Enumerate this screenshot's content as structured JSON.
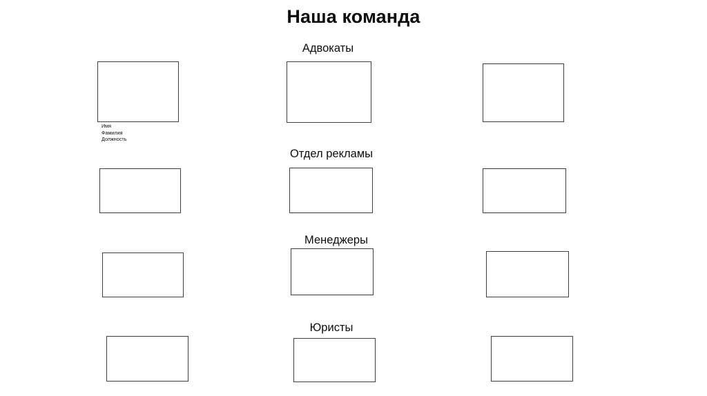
{
  "slide": {
    "title": "Наша команда",
    "background_color": "#ffffff",
    "text_color": "#0d0d0d",
    "box_border_color": "#3f3f3f"
  },
  "sections": [
    {
      "heading": "Адвокаты",
      "placeholder_count": 3
    },
    {
      "heading": "Отдел рекламы",
      "placeholder_count": 3
    },
    {
      "heading": "Менеджеры",
      "placeholder_count": 3
    },
    {
      "heading": "Юристы",
      "placeholder_count": 3
    }
  ],
  "caption": {
    "first_name_label": "Имя",
    "last_name_label": "Фамилия",
    "position_label": "Должность"
  }
}
